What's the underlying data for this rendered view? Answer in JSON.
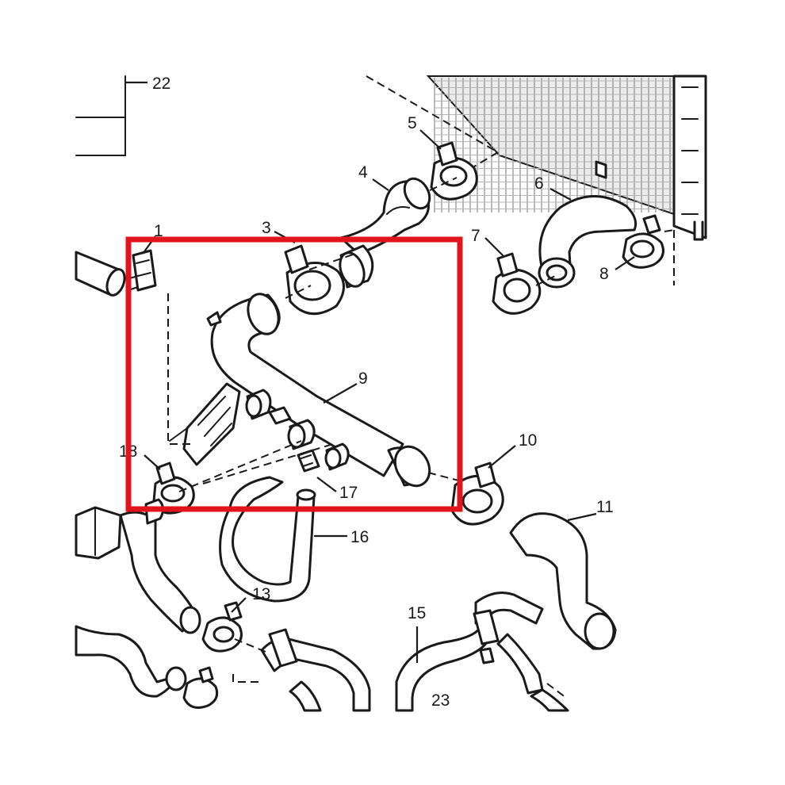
{
  "diagram": {
    "callouts": {
      "c1": "1",
      "c3": "3",
      "c4": "4",
      "c5": "5",
      "c6": "6",
      "c7": "7",
      "c8": "8",
      "c9": "9",
      "c10": "10",
      "c11": "11",
      "c13": "13",
      "c15": "15",
      "c16": "16",
      "c17": "17",
      "c18": "18",
      "c22": "22",
      "c23": "23"
    },
    "highlight_color": "#e0141c",
    "line_color": "#1a1a1a"
  }
}
